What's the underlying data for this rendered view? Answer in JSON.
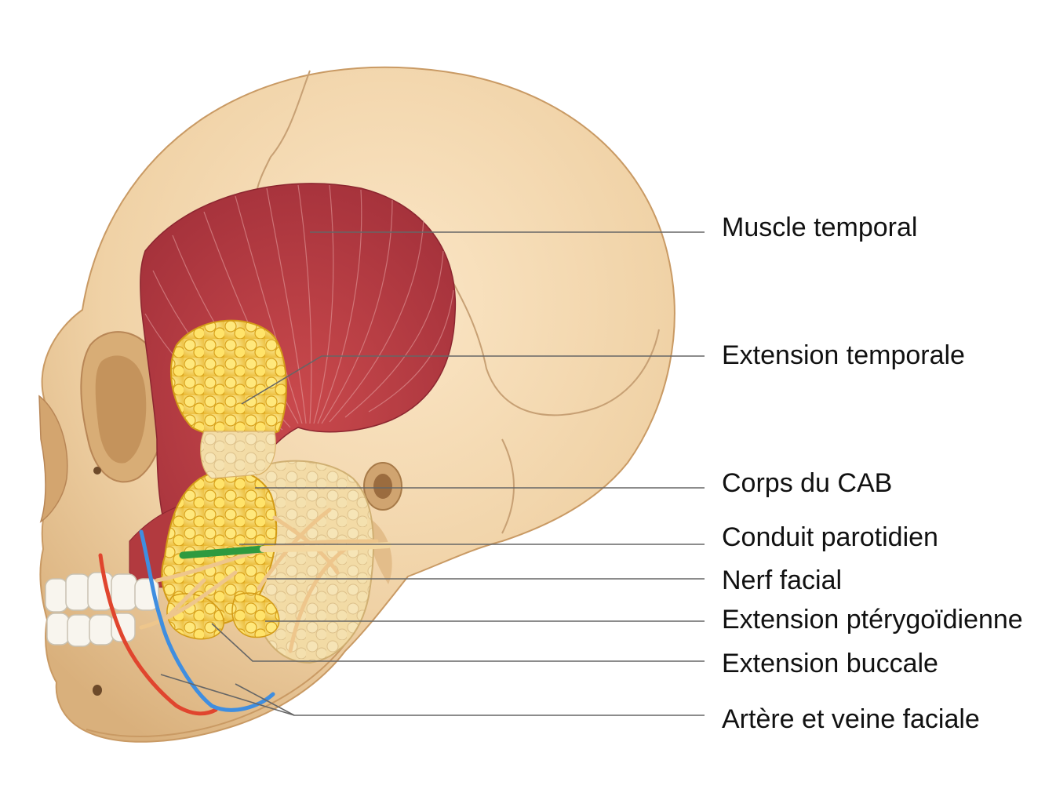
{
  "labels": {
    "muscle_temporal": "Muscle temporal",
    "extension_temporale": "Extension temporale",
    "corps_cab": "Corps du CAB",
    "conduit_parotidien": "Conduit parotidien",
    "nerf_facial": "Nerf facial",
    "extension_pterygoidienne": "Extension ptérygoïdienne",
    "extension_buccale": "Extension buccale",
    "artere_veine_faciale": "Artère et veine faciale"
  },
  "colors": {
    "bone": "#f0d2a6",
    "muscle": "#b83c40",
    "fat": "#f6cf3a",
    "duct": "#2e9a3f",
    "artery": "#e0452e",
    "vein": "#3f8ee0",
    "nerve": "#f1c98a",
    "leader": "#666666"
  }
}
